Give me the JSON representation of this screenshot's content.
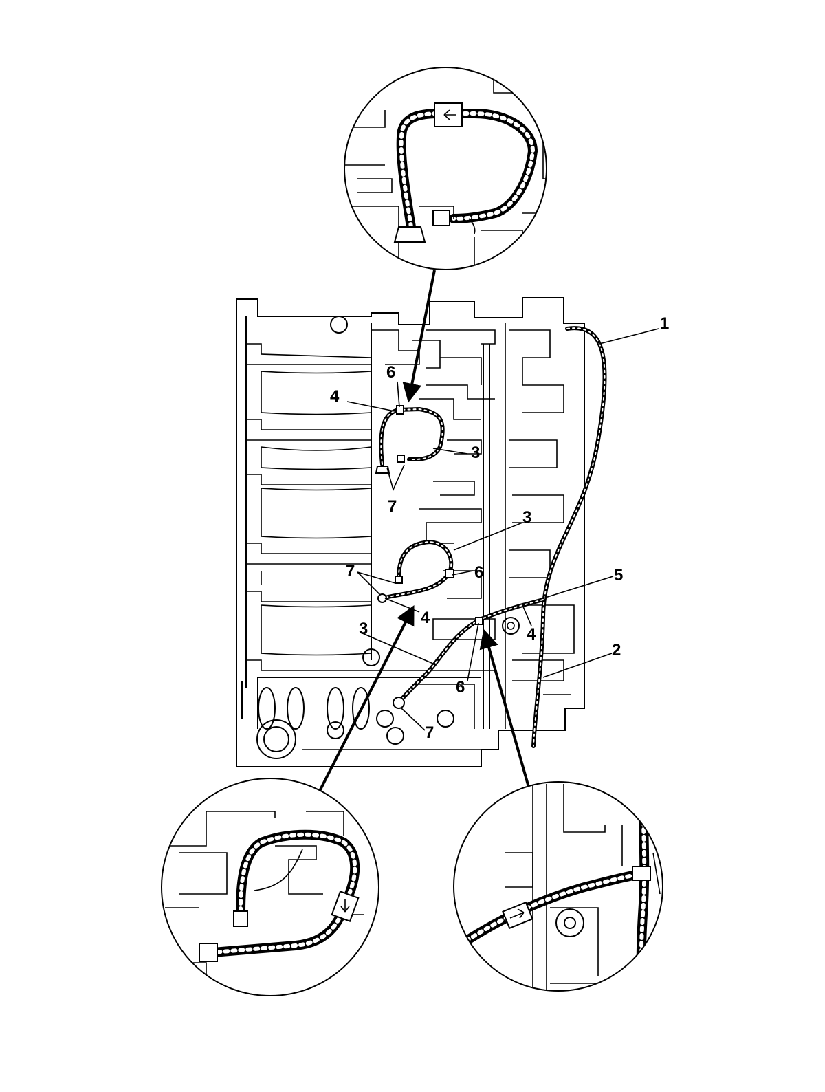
{
  "callouts": [
    {
      "id": "c1",
      "label": "1"
    },
    {
      "id": "c2",
      "label": "2"
    },
    {
      "id": "c3a",
      "label": "3"
    },
    {
      "id": "c3b",
      "label": "3"
    },
    {
      "id": "c3c",
      "label": "3"
    },
    {
      "id": "c4a",
      "label": "4"
    },
    {
      "id": "c4b",
      "label": "4"
    },
    {
      "id": "c4c",
      "label": "4"
    },
    {
      "id": "c5",
      "label": "5"
    },
    {
      "id": "c6a",
      "label": "6"
    },
    {
      "id": "c6b",
      "label": "6"
    },
    {
      "id": "c6c",
      "label": "6"
    },
    {
      "id": "c7a",
      "label": "7"
    },
    {
      "id": "c7b",
      "label": "7"
    },
    {
      "id": "c7c",
      "label": "7"
    }
  ],
  "colors": {
    "ink": "#000000",
    "paper": "#ffffff"
  },
  "detail_views": [
    "top-detail",
    "bottom-left-detail",
    "bottom-right-detail"
  ]
}
